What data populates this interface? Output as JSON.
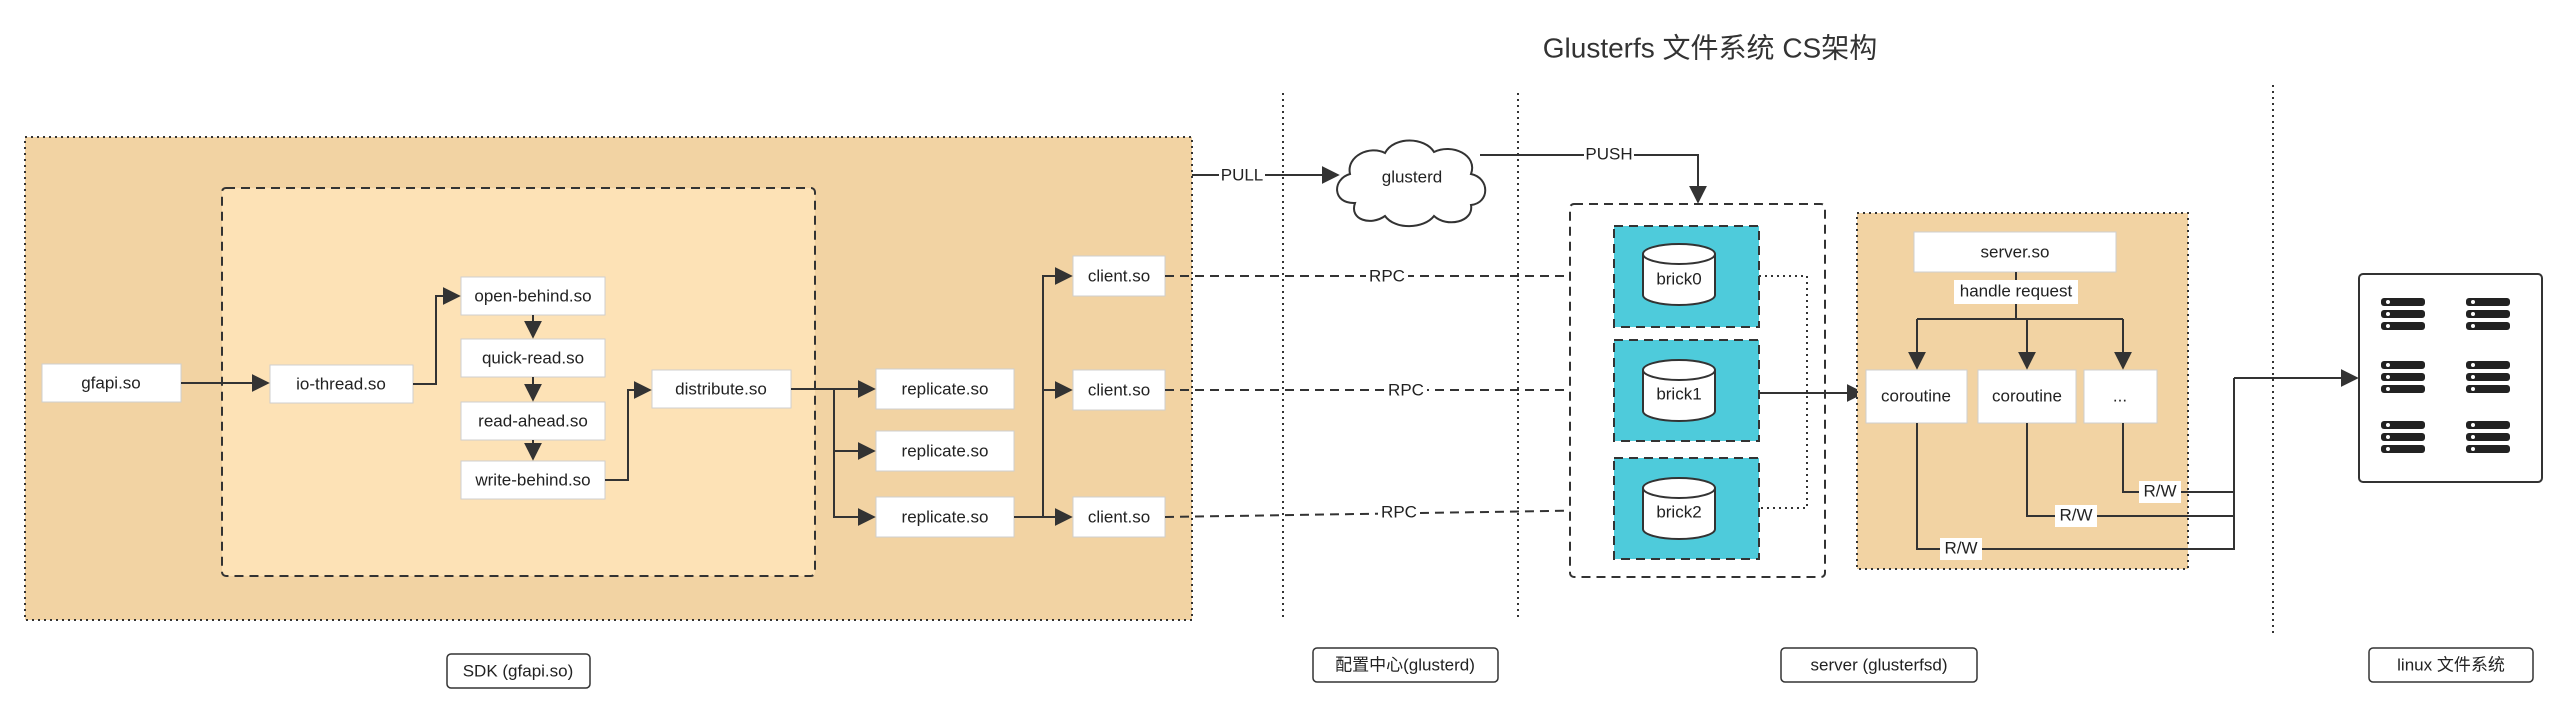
{
  "title": "Glusterfs 文件系统 CS架构",
  "sdk": {
    "gfapi": "gfapi.so",
    "io_thread": "io-thread.so",
    "open_behind": "open-behind.so",
    "quick_read": "quick-read.so",
    "read_ahead": "read-ahead.so",
    "write_behind": "write-behind.so",
    "distribute": "distribute.so",
    "replicate": [
      "replicate.so",
      "replicate.so",
      "replicate.so"
    ],
    "client": [
      "client.so",
      "client.so",
      "client.so"
    ]
  },
  "config": {
    "glusterd": "glusterd",
    "pull": "PULL",
    "push": "PUSH"
  },
  "rpc": [
    "RPC",
    "RPC",
    "RPC"
  ],
  "bricks": [
    "brick0",
    "brick1",
    "brick2"
  ],
  "server": {
    "server_so": "server.so",
    "handle_request": "handle request",
    "workers": [
      "coroutine",
      "coroutine",
      "..."
    ],
    "rw": [
      "R/W",
      "R/W",
      "R/W"
    ]
  },
  "sections": {
    "sdk": "SDK (gfapi.so)",
    "config": "配置中心(glusterd)",
    "server": "server (glusterfsd)",
    "linux": "linux 文件系统"
  },
  "colors": {
    "sdk_bg": "#f2d3a3",
    "inner_bg": "#fde2b6",
    "brick": "#4ecbdb",
    "server_bg": "#f2d3a3"
  }
}
